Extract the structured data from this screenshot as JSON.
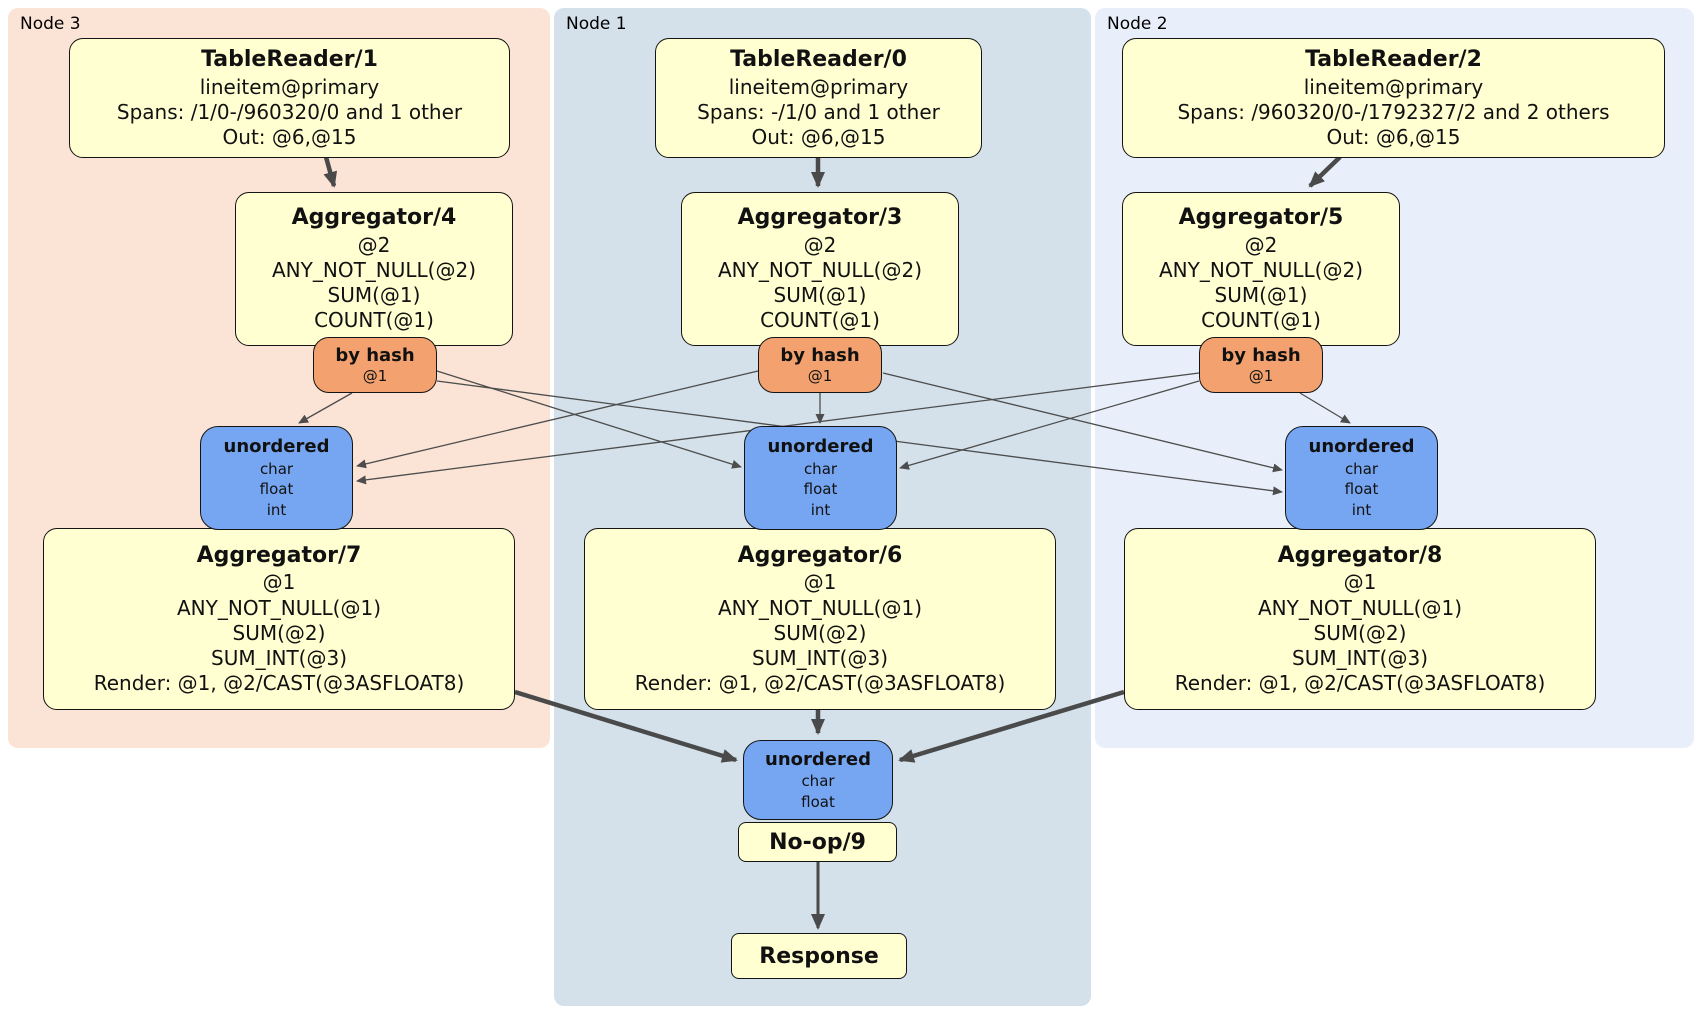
{
  "panels": {
    "node3": {
      "label": "Node 3",
      "bg": "#fbe3d5"
    },
    "node1": {
      "label": "Node 1",
      "bg": "#d4e1ea"
    },
    "node2": {
      "label": "Node 2",
      "bg": "#e9effa"
    }
  },
  "colors": {
    "processor_fill": "#ffffd2",
    "router_fill": "#f3a26f",
    "sync_fill": "#76a6f1",
    "edge": "#4a4a4a"
  },
  "processors": {
    "tr1": {
      "title": "TableReader/1",
      "lines": [
        "lineitem@primary",
        "Spans: /1/0-/960320/0 and 1 other",
        "Out: @6,@15"
      ]
    },
    "tr0": {
      "title": "TableReader/0",
      "lines": [
        "lineitem@primary",
        "Spans: -/1/0 and 1 other",
        "Out: @6,@15"
      ]
    },
    "tr2": {
      "title": "TableReader/2",
      "lines": [
        "lineitem@primary",
        "Spans: /960320/0-/1792327/2 and 2 others",
        "Out: @6,@15"
      ]
    },
    "agg4": {
      "title": "Aggregator/4",
      "lines": [
        "@2",
        "ANY_NOT_NULL(@2)",
        "SUM(@1)",
        "COUNT(@1)"
      ]
    },
    "agg3": {
      "title": "Aggregator/3",
      "lines": [
        "@2",
        "ANY_NOT_NULL(@2)",
        "SUM(@1)",
        "COUNT(@1)"
      ]
    },
    "agg5": {
      "title": "Aggregator/5",
      "lines": [
        "@2",
        "ANY_NOT_NULL(@2)",
        "SUM(@1)",
        "COUNT(@1)"
      ]
    },
    "agg7": {
      "title": "Aggregator/7",
      "lines": [
        "@1",
        "ANY_NOT_NULL(@1)",
        "SUM(@2)",
        "SUM_INT(@3)",
        "Render: @1, @2/CAST(@3ASFLOAT8)"
      ]
    },
    "agg6": {
      "title": "Aggregator/6",
      "lines": [
        "@1",
        "ANY_NOT_NULL(@1)",
        "SUM(@2)",
        "SUM_INT(@3)",
        "Render: @1, @2/CAST(@3ASFLOAT8)"
      ]
    },
    "agg8": {
      "title": "Aggregator/8",
      "lines": [
        "@1",
        "ANY_NOT_NULL(@1)",
        "SUM(@2)",
        "SUM_INT(@3)",
        "Render: @1, @2/CAST(@3ASFLOAT8)"
      ]
    },
    "noop": {
      "title": "No-op/9"
    },
    "response": {
      "title": "Response"
    }
  },
  "routers": {
    "hash_left": {
      "title": "by hash",
      "detail": "@1"
    },
    "hash_center": {
      "title": "by hash",
      "detail": "@1"
    },
    "hash_right": {
      "title": "by hash",
      "detail": "@1"
    }
  },
  "syncs": {
    "unordered_left": {
      "title": "unordered",
      "lines": [
        "char",
        "float",
        "int"
      ]
    },
    "unordered_center": {
      "title": "unordered",
      "lines": [
        "char",
        "float",
        "int"
      ]
    },
    "unordered_right": {
      "title": "unordered",
      "lines": [
        "char",
        "float",
        "int"
      ]
    },
    "unordered_final": {
      "title": "unordered",
      "lines": [
        "char",
        "float"
      ]
    }
  }
}
